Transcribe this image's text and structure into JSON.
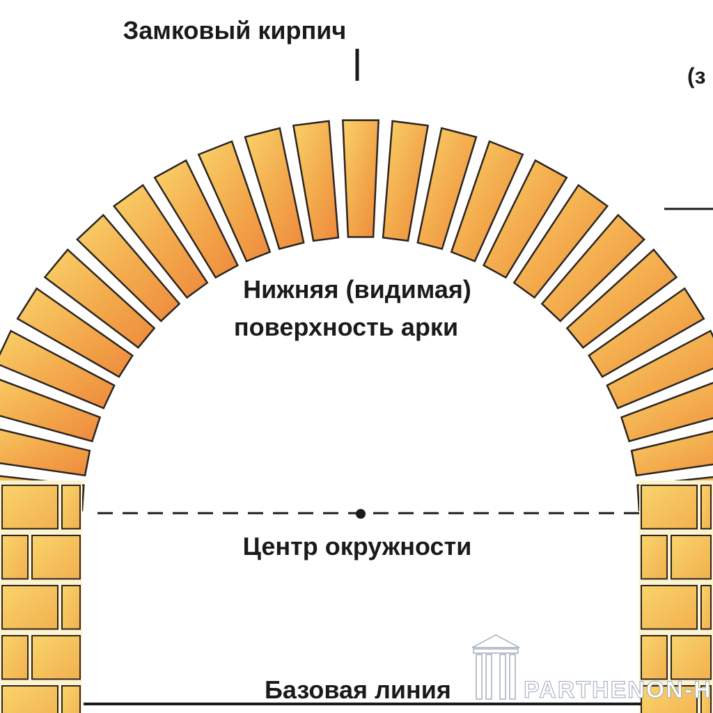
{
  "diagram": {
    "labels": {
      "keystone": "Замковый кирпич",
      "intrados_line1": "Нижняя (видимая)",
      "intrados_line2": "поверхность арки",
      "center": "Центр окружности",
      "baseline": "Базовая линия",
      "cut_right": "(з"
    },
    "watermark": "PARTHENON-H",
    "colors": {
      "brick_light": "#f7cf63",
      "brick_dark": "#ef8a3c",
      "mortar": "#fdf3cf",
      "outline": "#2a2420",
      "text": "#1a1a1a"
    }
  }
}
